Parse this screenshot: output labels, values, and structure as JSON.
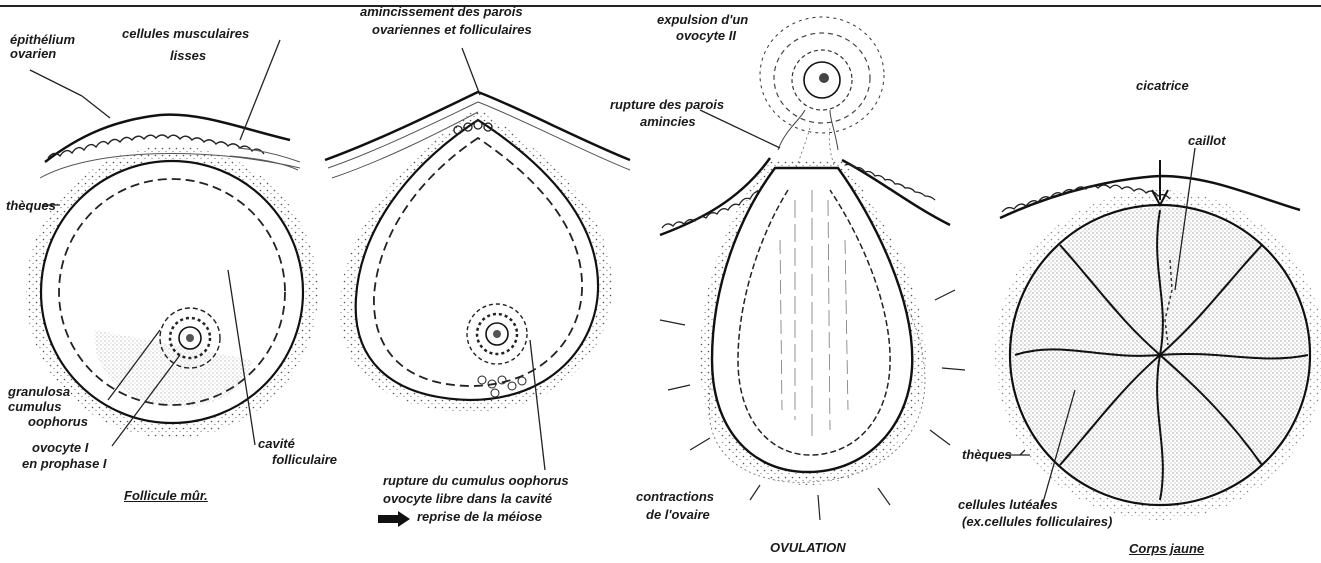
{
  "panel1": {
    "label_epithelium": [
      "épithélium",
      "ovarien"
    ],
    "label_muscle": [
      "cellules musculaires",
      "lisses"
    ],
    "label_theques": "thèques",
    "label_granulosa": [
      "granulosa",
      "cumulus",
      "oophorus"
    ],
    "label_ovocyte": [
      "ovocyte I",
      "en prophase I"
    ],
    "label_cavite": [
      "cavité",
      "folliculaire"
    ],
    "caption": "Follicule mûr."
  },
  "panel2": {
    "label_amincissement": [
      "amincissement des parois",
      "ovariennes et folliculaires"
    ],
    "label_rupture_cumulus": [
      "rupture du cumulus oophorus",
      "ovocyte libre dans la cavité"
    ],
    "label_reprise": "reprise de la méiose"
  },
  "panel3": {
    "label_expulsion": [
      "expulsion d'un",
      "ovocyte II"
    ],
    "label_rupture_parois": [
      "rupture des parois",
      "amincies"
    ],
    "label_contractions": [
      "contractions",
      "de l'ovaire"
    ],
    "caption": "OVULATION"
  },
  "panel4": {
    "label_cicatrice": "cicatrice",
    "label_caillot": "caillot",
    "label_theques": "thèques",
    "label_luteales": [
      "cellules lutéales",
      "(ex.cellules folliculaires)"
    ],
    "caption": "Corps jaune"
  }
}
